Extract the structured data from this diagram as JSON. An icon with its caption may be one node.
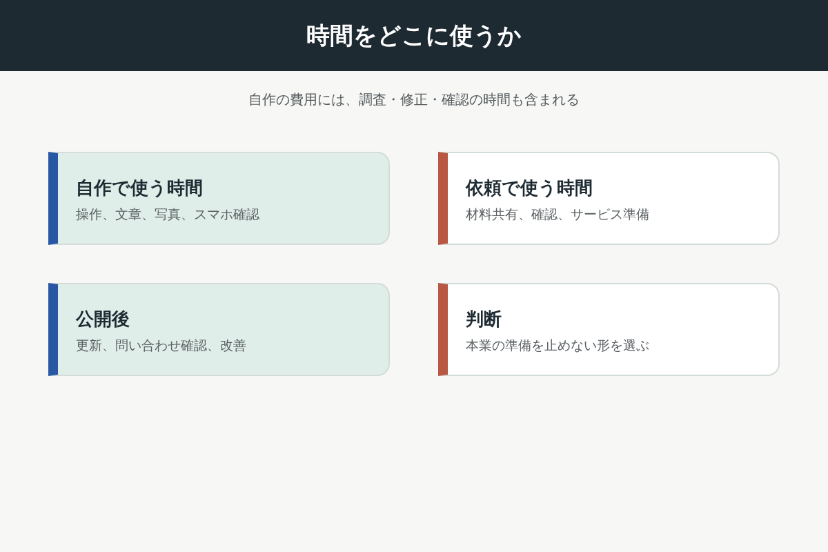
{
  "diagram": {
    "title": "時間をどこに使うか",
    "nodes": [
      {
        "text": [
          "自作で使う時間",
          "操作、文章、写真、スマホ確認"
        ]
      },
      {
        "text": [
          "依頼で使う時間",
          "材料共有、確認、サービス準備"
        ]
      },
      {
        "text": [
          "公開後",
          "更新、問い合わせ確認、改善"
        ]
      },
      {
        "text": [
          "判断",
          "本業の準備を止めない形を選ぶ"
        ]
      }
    ],
    "edges": [],
    "labels": [
      "自作の費用には、調査・修正・確認の時間も含まれる"
    ]
  }
}
